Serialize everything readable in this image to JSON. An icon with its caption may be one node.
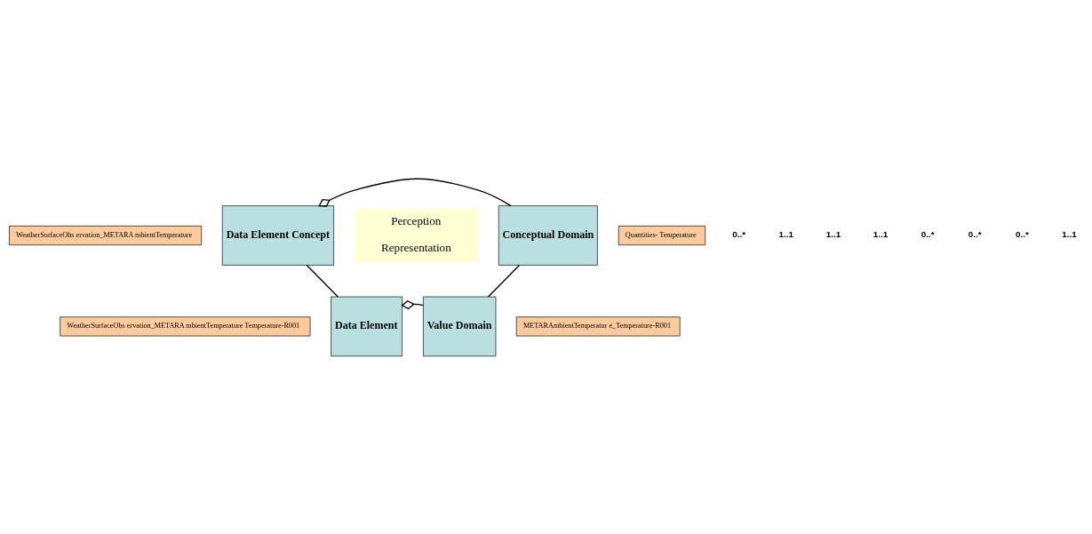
{
  "diagram": {
    "nodes": [
      {
        "text": [
          "WeatherSurfaceObs ervation_METARA mbientTemperature"
        ]
      },
      {
        "text": [
          "Data Element Concept"
        ]
      },
      {
        "text": [
          "Conceptual Domain"
        ]
      },
      {
        "text": [
          "Quantities- Temperature"
        ]
      },
      {
        "text": [
          "Perception",
          "Representation"
        ]
      },
      {
        "text": [
          "WeatherSurfaceObs ervation_METARA mbientTemperature Temperature-R001"
        ]
      },
      {
        "text": [
          "Data Element"
        ]
      },
      {
        "text": [
          "Value Domain"
        ]
      },
      {
        "text": [
          "METARAmbientTemperatur e_Temperature-R001"
        ]
      }
    ],
    "edges": [
      {
        "from": 2,
        "to": 1,
        "arrow": "other"
      },
      {
        "from": 1,
        "to": 6,
        "arrow": "none"
      },
      {
        "from": 2,
        "to": 7,
        "arrow": "none"
      },
      {
        "from": 7,
        "to": 6,
        "arrow": "other"
      }
    ],
    "labels": [
      "0..*",
      "1..1",
      "1..1",
      "1..1",
      "0..*",
      "0..*",
      "0..*",
      "1..1"
    ]
  }
}
